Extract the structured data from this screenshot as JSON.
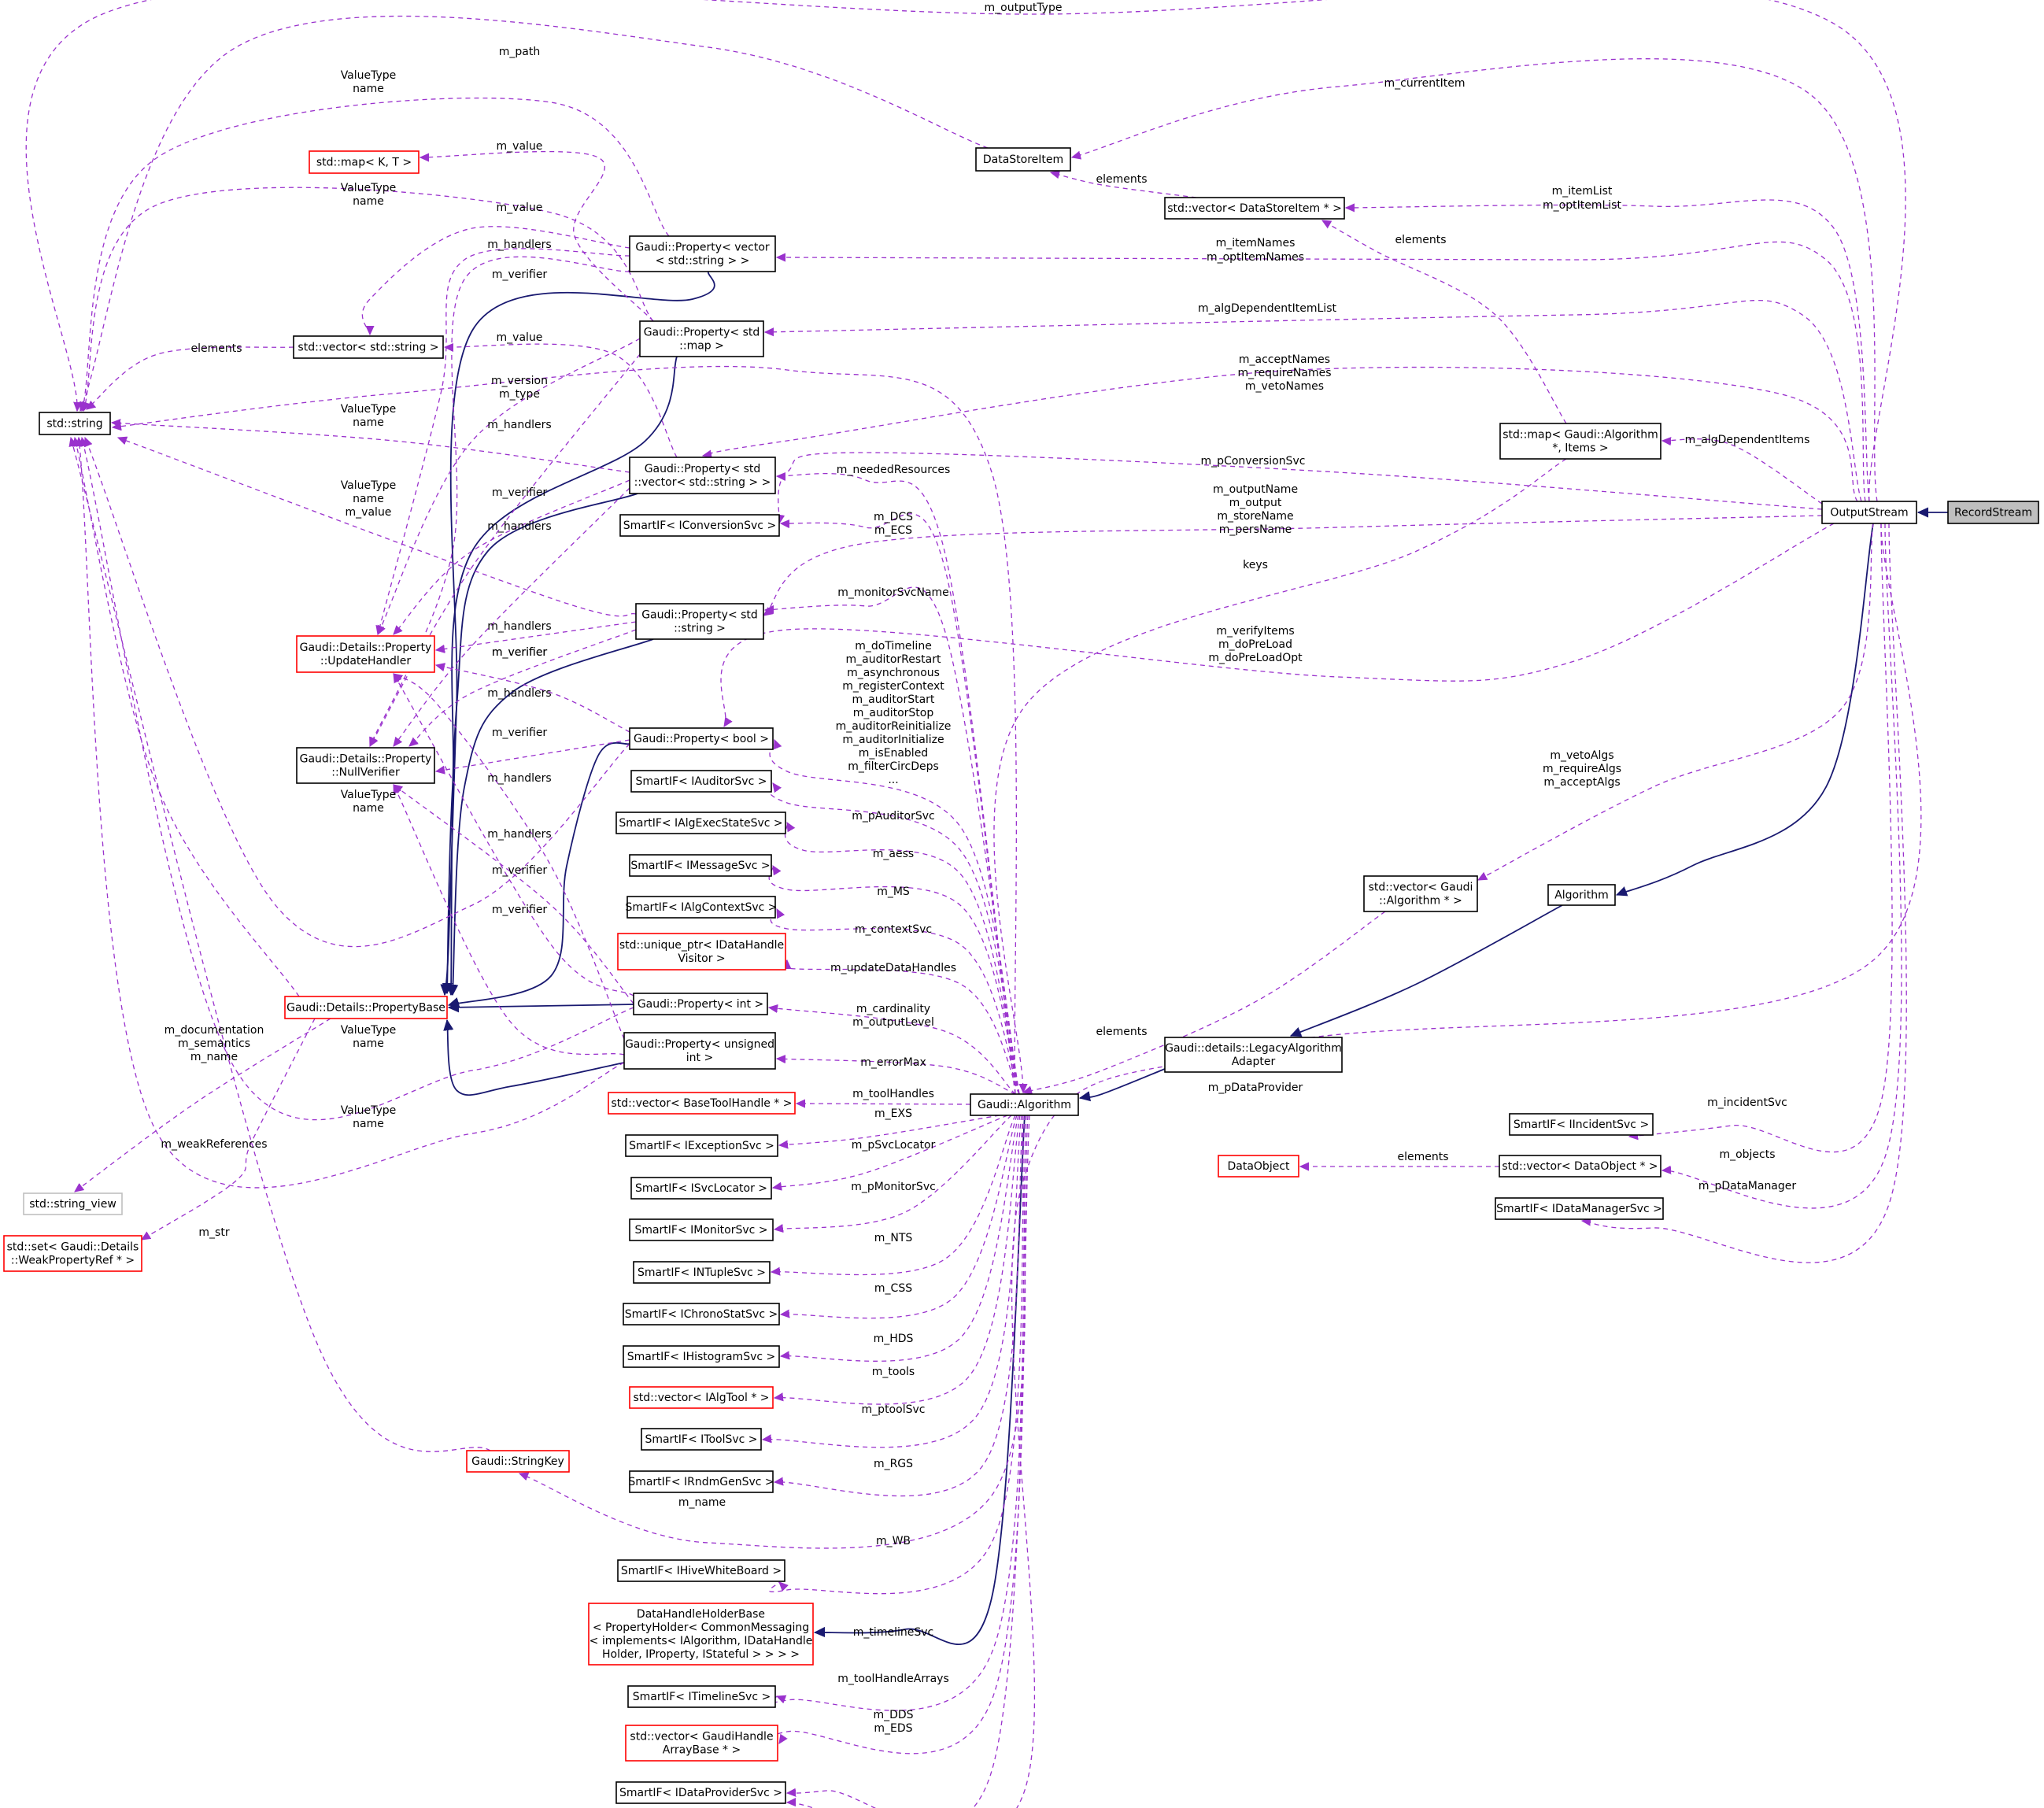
{
  "colors": {
    "usage_edge": "#9a32cd",
    "inherit_edge": "#191970",
    "node_border_black": "#000000",
    "node_border_red": "#ff0000",
    "node_border_gray": "#bfbfbf",
    "highlight_fill": "#bfbfbf"
  },
  "nodes": {
    "record_stream": {
      "lines": [
        "RecordStream"
      ],
      "border": "black",
      "highlight": true
    },
    "output_stream": {
      "lines": [
        "OutputStream"
      ],
      "border": "black"
    },
    "algorithm": {
      "lines": [
        "Algorithm"
      ],
      "border": "black"
    },
    "legacy_adapter": {
      "lines": [
        "Gaudi::details::LegacyAlgorithm",
        "Adapter"
      ],
      "border": "black"
    },
    "gaudi_algorithm": {
      "lines": [
        "Gaudi::Algorithm"
      ],
      "border": "black"
    },
    "std_string": {
      "lines": [
        "std::string"
      ],
      "border": "black"
    },
    "data_store_item": {
      "lines": [
        "DataStoreItem"
      ],
      "border": "black"
    },
    "vec_data_store_item": {
      "lines": [
        "std::vector< DataStoreItem * >"
      ],
      "border": "black"
    },
    "map_algorithm_items": {
      "lines": [
        "std::map< Gaudi::Algorithm",
        "*, Items >"
      ],
      "border": "black"
    },
    "map_k_t": {
      "lines": [
        "std::map< K, T >"
      ],
      "border": "red"
    },
    "prop_vector_string": {
      "lines": [
        "Gaudi::Property< vector",
        "< std::string > >"
      ],
      "border": "black"
    },
    "prop_std_map": {
      "lines": [
        "Gaudi::Property< std",
        "::map >"
      ],
      "border": "black"
    },
    "vec_std_string": {
      "lines": [
        "std::vector< std::string >"
      ],
      "border": "black"
    },
    "prop_std_vector_string": {
      "lines": [
        "Gaudi::Property< std",
        "::vector< std::string > >"
      ],
      "border": "black"
    },
    "smartif_iconversionsvc": {
      "lines": [
        "SmartIF< IConversionSvc >"
      ],
      "border": "black"
    },
    "prop_std_string": {
      "lines": [
        "Gaudi::Property< std",
        "::string >"
      ],
      "border": "black"
    },
    "update_handler": {
      "lines": [
        "Gaudi::Details::Property",
        "::UpdateHandler"
      ],
      "border": "red"
    },
    "null_verifier": {
      "lines": [
        "Gaudi::Details::Property",
        "::NullVerifier"
      ],
      "border": "black"
    },
    "prop_bool": {
      "lines": [
        "Gaudi::Property< bool >"
      ],
      "border": "black"
    },
    "smartif_iauditorsvc": {
      "lines": [
        "SmartIF< IAuditorSvc >"
      ],
      "border": "black"
    },
    "smartif_ialgexecstatesvc": {
      "lines": [
        "SmartIF< IAlgExecStateSvc >"
      ],
      "border": "black"
    },
    "smartif_imessagesvc": {
      "lines": [
        "SmartIF< IMessageSvc >"
      ],
      "border": "black"
    },
    "smartif_ialgcontextsvc": {
      "lines": [
        "SmartIF< IAlgContextSvc >"
      ],
      "border": "black"
    },
    "unique_ptr_visitor": {
      "lines": [
        "std::unique_ptr< IDataHandle",
        "Visitor >"
      ],
      "border": "red"
    },
    "property_base": {
      "lines": [
        "Gaudi::Details::PropertyBase"
      ],
      "border": "red"
    },
    "prop_int": {
      "lines": [
        "Gaudi::Property< int >"
      ],
      "border": "black"
    },
    "prop_unsigned_int": {
      "lines": [
        "Gaudi::Property< unsigned",
        "int >"
      ],
      "border": "black"
    },
    "vec_basetoolhandle": {
      "lines": [
        "std::vector< BaseToolHandle * >"
      ],
      "border": "red"
    },
    "smartif_iexceptionsvc": {
      "lines": [
        "SmartIF< IExceptionSvc >"
      ],
      "border": "black"
    },
    "smartif_isvclocator": {
      "lines": [
        "SmartIF< ISvcLocator >"
      ],
      "border": "black"
    },
    "smartif_imonitorsvc": {
      "lines": [
        "SmartIF< IMonitorSvc >"
      ],
      "border": "black"
    },
    "smartif_intuplesvc": {
      "lines": [
        "SmartIF< INTupleSvc >"
      ],
      "border": "black"
    },
    "smartif_ichronostatsvc": {
      "lines": [
        "SmartIF< IChronoStatSvc >"
      ],
      "border": "black"
    },
    "smartif_ihistogramsvc": {
      "lines": [
        "SmartIF< IHistogramSvc >"
      ],
      "border": "black"
    },
    "vec_ialgtool": {
      "lines": [
        "std::vector< IAlgTool * >"
      ],
      "border": "red"
    },
    "smartif_itoolsvc": {
      "lines": [
        "SmartIF< IToolSvc >"
      ],
      "border": "black"
    },
    "smartif_irndmgensvc": {
      "lines": [
        "SmartIF< IRndmGenSvc >"
      ],
      "border": "black"
    },
    "string_key": {
      "lines": [
        "Gaudi::StringKey"
      ],
      "border": "red"
    },
    "smartif_ihivewhiteboard": {
      "lines": [
        "SmartIF< IHiveWhiteBoard >"
      ],
      "border": "black"
    },
    "data_handle_holder_base": {
      "lines": [
        "DataHandleHolderBase",
        "< PropertyHolder< CommonMessaging",
        "< implements< IAlgorithm, IDataHandle",
        "Holder, IProperty, IStateful > > > >"
      ],
      "border": "red"
    },
    "smartif_itimelinesvc": {
      "lines": [
        "SmartIF< ITimelineSvc >"
      ],
      "border": "black"
    },
    "vec_gaudihandlearraybase": {
      "lines": [
        "std::vector< GaudiHandle",
        "ArrayBase * >"
      ],
      "border": "red"
    },
    "smartif_idataprovidersvc": {
      "lines": [
        "SmartIF< IDataProviderSvc >"
      ],
      "border": "black"
    },
    "string_view": {
      "lines": [
        "std::string_view"
      ],
      "border": "gray"
    },
    "set_weakpropertyref": {
      "lines": [
        "std::set< Gaudi::Details",
        "::WeakPropertyRef * >"
      ],
      "border": "red"
    },
    "vec_gaudi_algorithm": {
      "lines": [
        "std::vector< Gaudi",
        "::Algorithm * >"
      ],
      "border": "black"
    },
    "smartif_iincidentsvc": {
      "lines": [
        "SmartIF< IIncidentSvc >"
      ],
      "border": "black"
    },
    "data_object": {
      "lines": [
        "DataObject"
      ],
      "border": "red"
    },
    "vec_data_object": {
      "lines": [
        "std::vector< DataObject * >"
      ],
      "border": "black"
    },
    "smartif_idatamanagersvc": {
      "lines": [
        "SmartIF< IDataManagerSvc >"
      ],
      "border": "black"
    }
  },
  "edges": [
    {
      "from": "record_stream",
      "to": "output_stream",
      "kind": "inherit"
    },
    {
      "from": "output_stream",
      "to": "algorithm",
      "kind": "inherit"
    },
    {
      "from": "algorithm",
      "to": "legacy_adapter",
      "kind": "inherit"
    },
    {
      "from": "legacy_adapter",
      "to": "gaudi_algorithm",
      "kind": "inherit"
    },
    {
      "from": "gaudi_algorithm",
      "to": "data_handle_holder_base",
      "kind": "inherit"
    },
    {
      "from": "prop_vector_string",
      "to": "property_base",
      "kind": "inherit"
    },
    {
      "from": "prop_std_map",
      "to": "property_base",
      "kind": "inherit"
    },
    {
      "from": "prop_std_vector_string",
      "to": "property_base",
      "kind": "inherit"
    },
    {
      "from": "prop_std_string",
      "to": "property_base",
      "kind": "inherit"
    },
    {
      "from": "prop_bool",
      "to": "property_base",
      "kind": "inherit"
    },
    {
      "from": "prop_int",
      "to": "property_base",
      "kind": "inherit"
    },
    {
      "from": "prop_unsigned_int",
      "to": "property_base",
      "kind": "inherit"
    },
    {
      "from": "output_stream",
      "to": "std_string",
      "kind": "usage",
      "label": [
        "m_outputType"
      ]
    },
    {
      "from": "data_store_item",
      "to": "std_string",
      "kind": "usage",
      "label": [
        "m_path"
      ]
    },
    {
      "from": "output_stream",
      "to": "data_store_item",
      "kind": "usage",
      "label": [
        "m_currentItem"
      ]
    },
    {
      "from": "vec_data_store_item",
      "to": "data_store_item",
      "kind": "usage",
      "label": [
        "elements"
      ]
    },
    {
      "from": "output_stream",
      "to": "vec_data_store_item",
      "kind": "usage",
      "label": [
        "m_itemList",
        "m_optItemList"
      ]
    },
    {
      "from": "map_algorithm_items",
      "to": "vec_data_store_item",
      "kind": "usage",
      "label": [
        "elements"
      ]
    },
    {
      "from": "output_stream",
      "to": "prop_vector_string",
      "kind": "usage",
      "label": [
        "m_itemNames",
        "m_optItemNames"
      ]
    },
    {
      "from": "output_stream",
      "to": "prop_std_map",
      "kind": "usage",
      "label": [
        "m_algDependentItemList"
      ]
    },
    {
      "from": "output_stream",
      "to": "prop_std_vector_string",
      "kind": "usage",
      "label": [
        "m_acceptNames",
        "m_requireNames",
        "m_vetoNames"
      ]
    },
    {
      "from": "output_stream",
      "to": "map_algorithm_items",
      "kind": "usage",
      "label": [
        "m_algDependentItems"
      ]
    },
    {
      "from": "output_stream",
      "to": "smartif_iconversionsvc",
      "kind": "usage",
      "label": [
        "m_pConversionSvc"
      ]
    },
    {
      "from": "output_stream",
      "to": "prop_std_string",
      "kind": "usage",
      "label": [
        "m_outputName",
        "m_output",
        "m_storeName",
        "m_persName"
      ]
    },
    {
      "from": "output_stream",
      "to": "prop_bool",
      "kind": "usage",
      "label": [
        "m_verifyItems",
        "m_doPreLoad",
        "m_doPreLoadOpt"
      ]
    },
    {
      "from": "map_algorithm_items",
      "to": "gaudi_algorithm",
      "kind": "usage",
      "label": [
        "keys"
      ]
    },
    {
      "from": "output_stream",
      "to": "vec_gaudi_algorithm",
      "kind": "usage",
      "label": [
        "m_vetoAlgs",
        "m_requireAlgs",
        "m_acceptAlgs"
      ]
    },
    {
      "from": "vec_gaudi_algorithm",
      "to": "gaudi_algorithm",
      "kind": "usage",
      "label": [
        "elements"
      ]
    },
    {
      "from": "output_stream",
      "to": "smartif_idataprovidersvc",
      "kind": "usage",
      "label": [
        "m_pDataProvider"
      ]
    },
    {
      "from": "output_stream",
      "to": "smartif_iincidentsvc",
      "kind": "usage",
      "label": [
        "m_incidentSvc"
      ]
    },
    {
      "from": "output_stream",
      "to": "vec_data_object",
      "kind": "usage",
      "label": [
        "m_objects"
      ]
    },
    {
      "from": "vec_data_object",
      "to": "data_object",
      "kind": "usage",
      "label": [
        "elements"
      ]
    },
    {
      "from": "output_stream",
      "to": "smartif_idatamanagersvc",
      "kind": "usage",
      "label": [
        "m_pDataManager"
      ]
    },
    {
      "from": "prop_vector_string",
      "to": "std_string",
      "kind": "usage",
      "label": [
        "ValueType",
        "name"
      ]
    },
    {
      "from": "prop_std_map",
      "to": "map_k_t",
      "kind": "usage",
      "label": [
        "m_value"
      ]
    },
    {
      "from": "prop_std_map",
      "to": "std_string",
      "kind": "usage",
      "label": [
        "ValueType",
        "name"
      ]
    },
    {
      "from": "prop_vector_string",
      "to": "vec_std_string",
      "kind": "usage",
      "label": [
        "m_value"
      ]
    },
    {
      "from": "vec_std_string",
      "to": "std_string",
      "kind": "usage",
      "label": [
        "elements"
      ]
    },
    {
      "from": "prop_std_vector_string",
      "to": "vec_std_string",
      "kind": "usage",
      "label": [
        "m_value"
      ]
    },
    {
      "from": "prop_std_vector_string",
      "to": "std_string",
      "kind": "usage",
      "label": [
        "ValueType",
        "name"
      ]
    },
    {
      "from": "prop_std_string",
      "to": "std_string",
      "kind": "usage",
      "label": [
        "ValueType",
        "name",
        "m_value"
      ]
    },
    {
      "from": "gaudi_algorithm",
      "to": "std_string",
      "kind": "usage",
      "label": [
        "m_version",
        "m_type"
      ]
    },
    {
      "from": "prop_vector_string",
      "to": "update_handler",
      "kind": "usage",
      "label": [
        "m_handlers"
      ]
    },
    {
      "from": "prop_vector_string",
      "to": "null_verifier",
      "kind": "usage",
      "label": [
        "m_verifier"
      ]
    },
    {
      "from": "prop_std_map",
      "to": "update_handler",
      "kind": "usage",
      "label": [
        "m_handlers"
      ]
    },
    {
      "from": "prop_std_map",
      "to": "null_verifier",
      "kind": "usage",
      "label": [
        "m_verifier"
      ]
    },
    {
      "from": "prop_std_vector_string",
      "to": "update_handler",
      "kind": "usage",
      "label": [
        "m_handlers"
      ]
    },
    {
      "from": "prop_std_vector_string",
      "to": "null_verifier",
      "kind": "usage",
      "label": [
        "m_verifier"
      ]
    },
    {
      "from": "prop_std_string",
      "to": "update_handler",
      "kind": "usage",
      "label": [
        "m_handlers"
      ]
    },
    {
      "from": "prop_std_string",
      "to": "null_verifier",
      "kind": "usage",
      "label": [
        "m_verifier"
      ]
    },
    {
      "from": "prop_bool",
      "to": "update_handler",
      "kind": "usage",
      "label": [
        "m_handlers"
      ]
    },
    {
      "from": "prop_bool",
      "to": "null_verifier",
      "kind": "usage",
      "label": [
        "m_verifier"
      ]
    },
    {
      "from": "prop_int",
      "to": "update_handler",
      "kind": "usage",
      "label": [
        "m_handlers"
      ]
    },
    {
      "from": "prop_int",
      "to": "null_verifier",
      "kind": "usage",
      "label": [
        "m_verifier"
      ]
    },
    {
      "from": "prop_unsigned_int",
      "to": "update_handler",
      "kind": "usage",
      "label": [
        "m_handlers"
      ]
    },
    {
      "from": "prop_unsigned_int",
      "to": "null_verifier",
      "kind": "usage",
      "label": [
        "m_verifier"
      ]
    },
    {
      "from": "prop_bool",
      "to": "std_string",
      "kind": "usage",
      "label": [
        "ValueType",
        "name"
      ]
    },
    {
      "from": "prop_int",
      "to": "std_string",
      "kind": "usage",
      "label": [
        "ValueType",
        "name"
      ]
    },
    {
      "from": "prop_unsigned_int",
      "to": "std_string",
      "kind": "usage",
      "label": [
        "ValueType",
        "name"
      ]
    },
    {
      "from": "property_base",
      "to": "std_string",
      "kind": "usage",
      "label": [
        "m_documentation",
        "m_semantics",
        "m_name"
      ]
    },
    {
      "from": "property_base",
      "to": "string_view",
      "kind": "usage"
    },
    {
      "from": "property_base",
      "to": "set_weakpropertyref",
      "kind": "usage",
      "label": [
        "m_weakReferences"
      ]
    },
    {
      "from": "string_key",
      "to": "std_string",
      "kind": "usage",
      "label": [
        "m_str"
      ]
    },
    {
      "from": "gaudi_algorithm",
      "to": "prop_std_vector_string",
      "kind": "usage",
      "label": [
        "m_neededResources"
      ]
    },
    {
      "from": "gaudi_algorithm",
      "to": "smartif_iconversionsvc",
      "kind": "usage",
      "label": [
        "m_DCS",
        "m_ECS"
      ]
    },
    {
      "from": "gaudi_algorithm",
      "to": "prop_std_string",
      "kind": "usage",
      "label": [
        "m_monitorSvcName"
      ]
    },
    {
      "from": "gaudi_algorithm",
      "to": "prop_bool",
      "kind": "usage",
      "label": [
        "m_doTimeline",
        "m_auditorRestart",
        "m_asynchronous",
        "m_registerContext",
        "m_auditorStart",
        "m_auditorStop",
        "m_auditorReinitialize",
        "m_auditorInitialize",
        "m_isEnabled",
        "m_filterCircDeps",
        "..."
      ]
    },
    {
      "from": "gaudi_algorithm",
      "to": "smartif_iauditorsvc",
      "kind": "usage",
      "label": [
        "m_pAuditorSvc"
      ]
    },
    {
      "from": "gaudi_algorithm",
      "to": "smartif_ialgexecstatesvc",
      "kind": "usage",
      "label": [
        "m_aess"
      ]
    },
    {
      "from": "gaudi_algorithm",
      "to": "smartif_imessagesvc",
      "kind": "usage",
      "label": [
        "m_MS"
      ]
    },
    {
      "from": "gaudi_algorithm",
      "to": "smartif_ialgcontextsvc",
      "kind": "usage",
      "label": [
        "m_contextSvc"
      ]
    },
    {
      "from": "gaudi_algorithm",
      "to": "unique_ptr_visitor",
      "kind": "usage",
      "label": [
        "m_updateDataHandles"
      ]
    },
    {
      "from": "gaudi_algorithm",
      "to": "prop_int",
      "kind": "usage",
      "label": [
        "m_cardinality",
        "m_outputLevel"
      ]
    },
    {
      "from": "gaudi_algorithm",
      "to": "prop_unsigned_int",
      "kind": "usage",
      "label": [
        "m_errorMax"
      ]
    },
    {
      "from": "gaudi_algorithm",
      "to": "vec_basetoolhandle",
      "kind": "usage",
      "label": [
        "m_toolHandles"
      ]
    },
    {
      "from": "gaudi_algorithm",
      "to": "smartif_iexceptionsvc",
      "kind": "usage",
      "label": [
        "m_EXS"
      ]
    },
    {
      "from": "gaudi_algorithm",
      "to": "smartif_isvclocator",
      "kind": "usage",
      "label": [
        "m_pSvcLocator"
      ]
    },
    {
      "from": "gaudi_algorithm",
      "to": "smartif_imonitorsvc",
      "kind": "usage",
      "label": [
        "m_pMonitorSvc"
      ]
    },
    {
      "from": "gaudi_algorithm",
      "to": "smartif_intuplesvc",
      "kind": "usage",
      "label": [
        "m_NTS"
      ]
    },
    {
      "from": "gaudi_algorithm",
      "to": "smartif_ichronostatsvc",
      "kind": "usage",
      "label": [
        "m_CSS"
      ]
    },
    {
      "from": "gaudi_algorithm",
      "to": "smartif_ihistogramsvc",
      "kind": "usage",
      "label": [
        "m_HDS"
      ]
    },
    {
      "from": "gaudi_algorithm",
      "to": "vec_ialgtool",
      "kind": "usage",
      "label": [
        "m_tools"
      ]
    },
    {
      "from": "gaudi_algorithm",
      "to": "smartif_itoolsvc",
      "kind": "usage",
      "label": [
        "m_ptoolSvc"
      ]
    },
    {
      "from": "gaudi_algorithm",
      "to": "smartif_irndmgensvc",
      "kind": "usage",
      "label": [
        "m_RGS"
      ]
    },
    {
      "from": "gaudi_algorithm",
      "to": "string_key",
      "kind": "usage",
      "label": [
        "m_name"
      ]
    },
    {
      "from": "gaudi_algorithm",
      "to": "smartif_ihivewhiteboard",
      "kind": "usage",
      "label": [
        "m_WB"
      ]
    },
    {
      "from": "gaudi_algorithm",
      "to": "smartif_itimelinesvc",
      "kind": "usage",
      "label": [
        "m_timelineSvc"
      ]
    },
    {
      "from": "gaudi_algorithm",
      "to": "vec_gaudihandlearraybase",
      "kind": "usage",
      "label": [
        "m_toolHandleArrays"
      ]
    },
    {
      "from": "gaudi_algorithm",
      "to": "smartif_idataprovidersvc",
      "kind": "usage",
      "label": [
        "m_DDS",
        "m_EDS"
      ]
    }
  ]
}
